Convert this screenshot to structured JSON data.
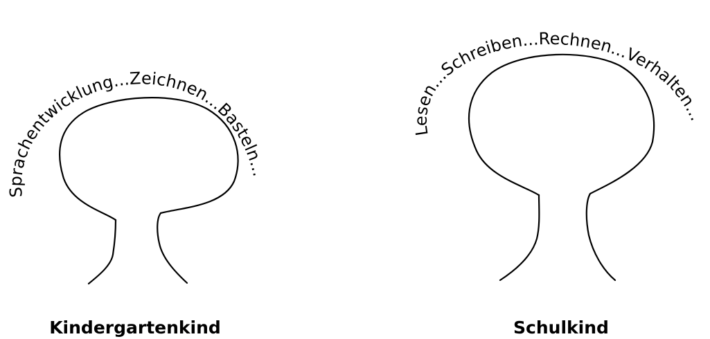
{
  "trees": [
    {
      "caption": "Kindergartenkind",
      "arc_text": "Sprachentwicklung...Zeichnen...Basteln..."
    },
    {
      "caption": "Schulkind",
      "arc_text": "Lesen...Schreiben...Rechnen...Verhalten..."
    }
  ]
}
